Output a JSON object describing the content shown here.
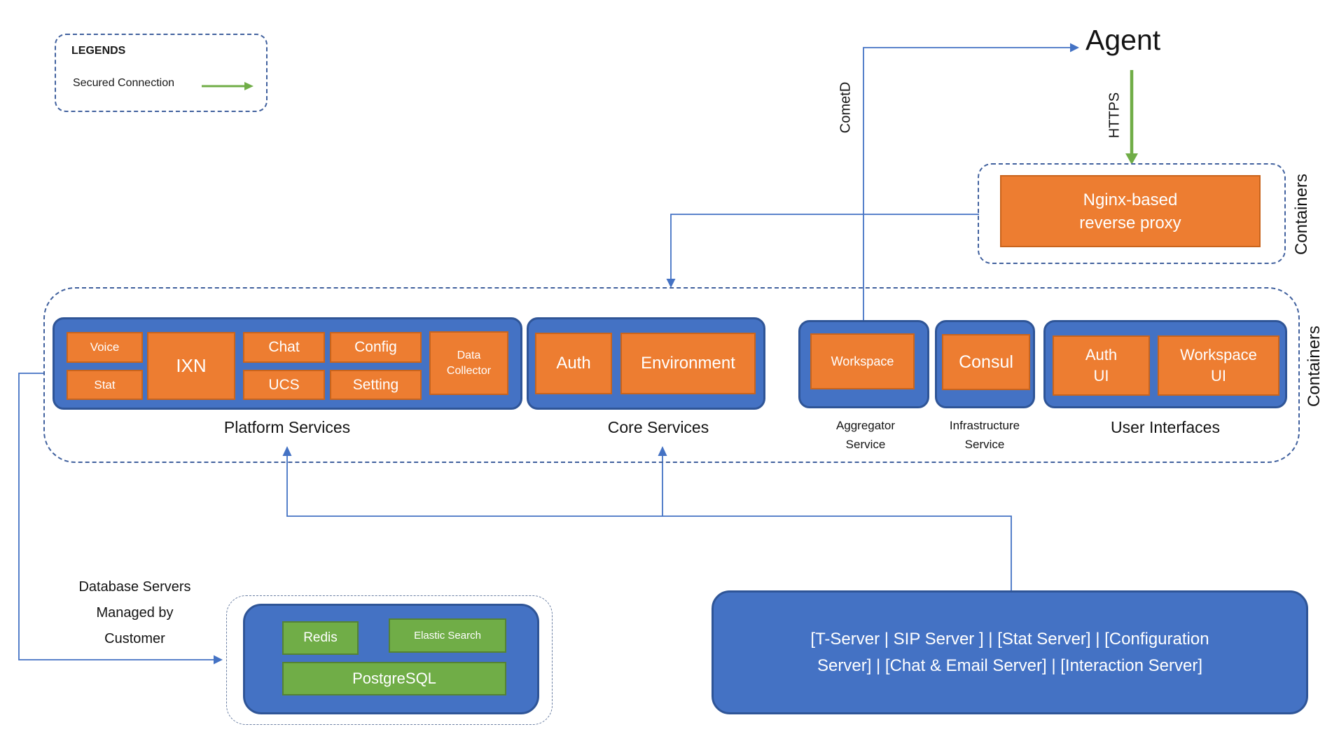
{
  "colors": {
    "blue_fill": "#4472C4",
    "blue_border": "#2F5597",
    "orange_fill": "#ED7D31",
    "green_fill": "#70AD47",
    "connector_blue": "#4472C4",
    "connector_green": "#70AD47",
    "dash_border": "#41619e"
  },
  "legend": {
    "title": "LEGENDS",
    "item_label": "Secured Connection",
    "item_icon": "green-arrow"
  },
  "agent_label": "Agent",
  "conn": {
    "cometd": "CometD",
    "https": "HTTPS"
  },
  "nginx": {
    "label": "Nginx-based\nreverse proxy"
  },
  "containers": {
    "top_label": "Containers",
    "main_label": "Containers"
  },
  "platform": {
    "group_label": "Platform Services",
    "services": [
      "Voice",
      "Stat",
      "IXN",
      "Chat",
      "UCS",
      "Config",
      "Setting",
      "Data\nCollector"
    ]
  },
  "core": {
    "group_label": "Core Services",
    "services": [
      "Auth",
      "Environment"
    ]
  },
  "aggregator": {
    "group_label": "Aggregator\nService",
    "services": [
      "Workspace"
    ]
  },
  "infra": {
    "group_label": "Infrastructure\nService",
    "services": [
      "Consul"
    ]
  },
  "ui": {
    "group_label": "User Interfaces",
    "services": [
      "Auth\nUI",
      "Workspace\nUI"
    ]
  },
  "database": {
    "caption": "Database Servers\nManaged by\nCustomer",
    "services": [
      "Redis",
      "Elastic Search",
      "PostgreSQL"
    ]
  },
  "external": {
    "label": "[T-Server | SIP Server ] | [Stat Server] | [Configuration\nServer] | [Chat & Email Server] | [Interaction Server]"
  }
}
